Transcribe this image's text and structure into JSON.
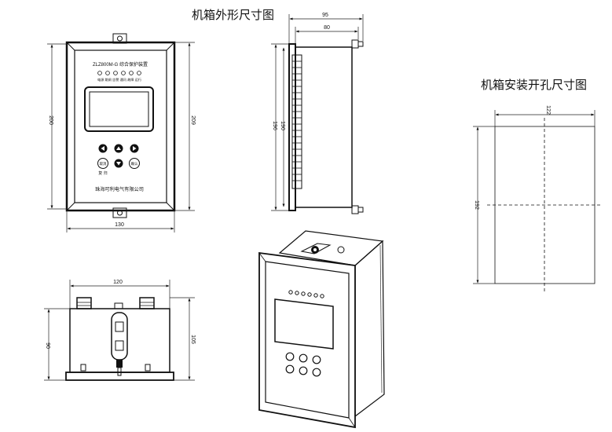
{
  "titles": {
    "outline": "机箱外形尺寸图",
    "cutout": "机箱安装开孔尺寸图"
  },
  "front_view": {
    "model_label": "ZLZ800M-G  综合保护装置",
    "led_labels": "电源  跳闸 告警  通讯 故障 运行",
    "btn_back": "取消",
    "btn_ok": "确认",
    "btn_reset": "复 归",
    "company": "珠海可利电气有限公司",
    "dim_height_outer": "209",
    "dim_height_inner": "200",
    "dim_width": "130"
  },
  "side_view": {
    "dim_total_depth": "95",
    "dim_depth": "80",
    "dim_height_outer": "196",
    "dim_height_inner": "190"
  },
  "bottom_view": {
    "dim_width": "120",
    "dim_height_inner": "90",
    "dim_height_outer": "105"
  },
  "cutout_view": {
    "dim_width": "122",
    "dim_height": "192"
  },
  "colors": {
    "line": "#111111",
    "panel_fill": "#f2f2f2",
    "screen_fill": "#d8d8d8"
  }
}
